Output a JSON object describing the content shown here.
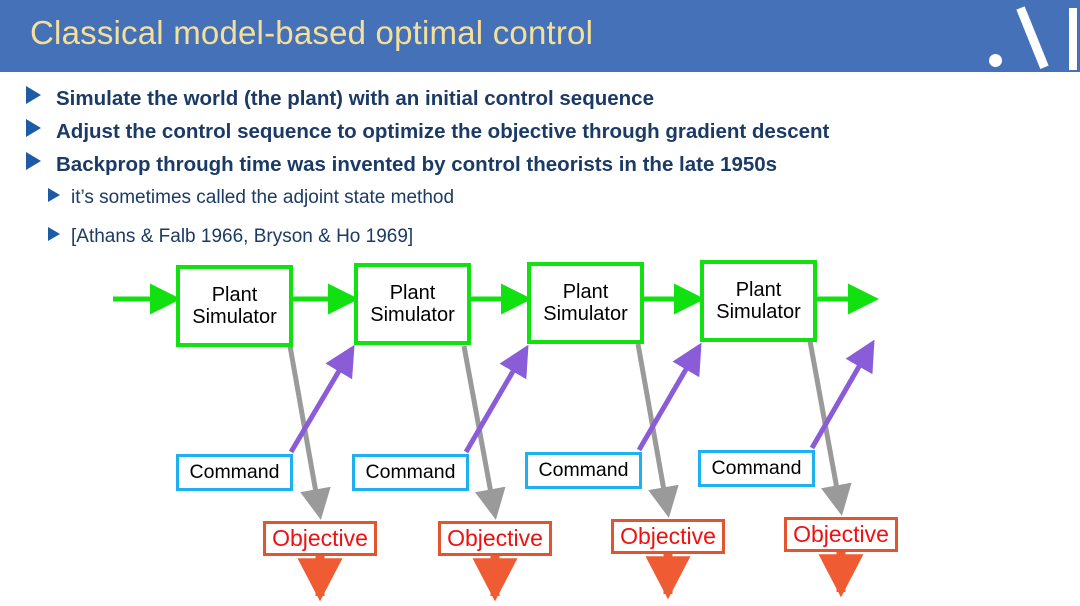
{
  "header": {
    "title": "Classical model-based optimal control",
    "background_color": "#4571b8",
    "title_color": "#f5e09a",
    "logo": {
      "name": "ai-brand-logo",
      "parts": [
        "dot",
        "diagonal-slash",
        "vertical-bar"
      ],
      "color": "#ffffff"
    }
  },
  "bullets": [
    {
      "level": 1,
      "text": "Simulate the world (the plant) with an initial control sequence"
    },
    {
      "level": 1,
      "text": "Adjust the control sequence to optimize the objective through gradient descent"
    },
    {
      "level": 1,
      "text": "Backprop through time was invented by control theorists in the late 1950s"
    },
    {
      "level": 2,
      "text": "it’s sometimes called the adjoint state method"
    },
    {
      "level": 2,
      "text": "[Athans & Falb 1966, Bryson & Ho 1969]"
    }
  ],
  "bullet_marker_color": "#1d5ba6",
  "bullet_text_color": "#1b3a66",
  "diagram": {
    "plant_nodes": [
      {
        "label_line1": "Plant",
        "label_line2": "Simulator"
      },
      {
        "label_line1": "Plant",
        "label_line2": "Simulator"
      },
      {
        "label_line1": "Plant",
        "label_line2": "Simulator"
      },
      {
        "label_line1": "Plant",
        "label_line2": "Simulator"
      }
    ],
    "command_nodes": [
      {
        "label": "Command"
      },
      {
        "label": "Command"
      },
      {
        "label": "Command"
      },
      {
        "label": "Command"
      }
    ],
    "objective_nodes": [
      {
        "label": "Objective"
      },
      {
        "label": "Objective"
      },
      {
        "label": "Objective"
      },
      {
        "label": "Objective"
      }
    ],
    "colors": {
      "plant_border": "#11e011",
      "plant_text": "#000000",
      "command_border": "#1eb0f0",
      "command_text": "#000000",
      "objective_border": "#e2552e",
      "objective_text": "#ee1111",
      "state_arrow": "#11e011",
      "gradient_arrow": "#9a9a9a",
      "command_arrow": "#8a5cd8",
      "loss_arrow": "#ef5b32"
    }
  }
}
